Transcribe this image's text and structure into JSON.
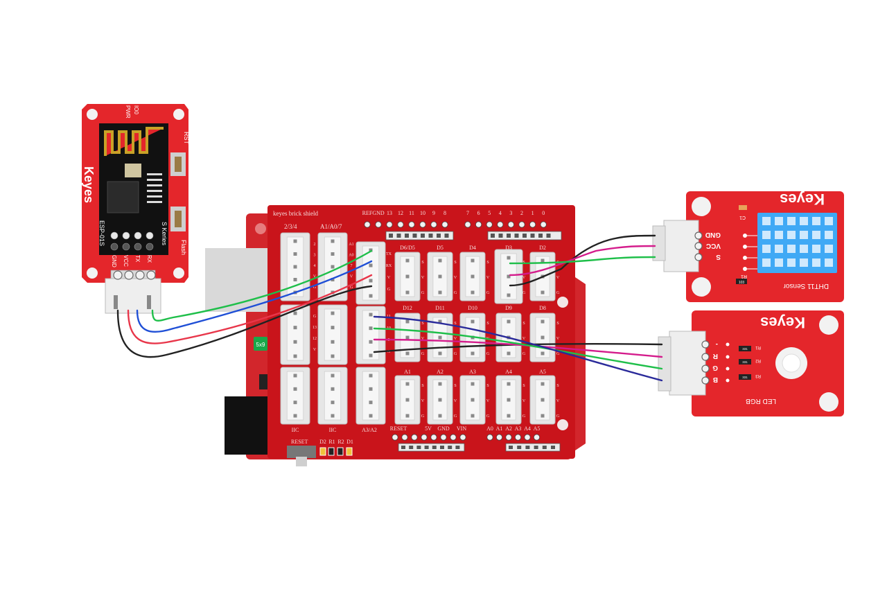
{
  "esp_module": {
    "brand": "Keyes",
    "model": "ESP-01S",
    "series": "S Keries",
    "top_pins": [
      "PWR",
      "IO0"
    ],
    "side_labels": [
      "RST",
      "Flash"
    ],
    "pin_labels": [
      "GND",
      "VCC",
      "TX",
      "RX"
    ]
  },
  "shield": {
    "title": "keyes brick shield",
    "header_top_left": [
      "REF",
      "GND",
      "13",
      "12",
      "11",
      "10",
      "9",
      "8"
    ],
    "header_top_right": [
      "7",
      "6",
      "5",
      "4",
      "3",
      "2",
      "1",
      "0"
    ],
    "left_group_labels": [
      "2/3/4",
      "A1/A0/7"
    ],
    "col_labels_row1": [
      "D6/D5",
      "D5",
      "D4",
      "D3",
      "D2"
    ],
    "col_labels_row2": [
      "D12",
      "D11",
      "D10",
      "D9",
      "D8"
    ],
    "col_labels_row3": [
      "A1",
      "A2",
      "A3",
      "A4",
      "A5"
    ],
    "iic_labels": [
      "IIC",
      "IIC",
      "A3/A2"
    ],
    "bottom_left": [
      "RESET",
      "5V",
      "GND",
      "VIN"
    ],
    "bottom_right": [
      "A0",
      "A1",
      "A2",
      "A3",
      "A4",
      "A5"
    ],
    "reset_label": "RESET",
    "led_labels": [
      "D2",
      "R1",
      "R2",
      "D1"
    ],
    "pin_side_marks": [
      "S",
      "V",
      "G"
    ],
    "connector_pins_a": [
      "TX",
      "RX",
      "V",
      "G"
    ],
    "connector_pins_b": [
      "11",
      "10",
      "9",
      "G"
    ],
    "left_col_pins_a": [
      "2",
      "3",
      "4",
      "V",
      "G"
    ],
    "left_col_pins_b": [
      "A1",
      "A0",
      "7",
      "V",
      "G"
    ],
    "mid_col_pins": [
      "G",
      "13",
      "12",
      "V"
    ],
    "chip_label": "5x9"
  },
  "dht_module": {
    "brand": "Keyes",
    "name": "DHT11 Sensor",
    "pins": [
      "GND",
      "VCC",
      "S"
    ],
    "parts": [
      "C1",
      "R1",
      "103"
    ]
  },
  "rgb_module": {
    "brand": "Keyes",
    "name": "LED RGB",
    "pins": [
      "-",
      "R",
      "G",
      "B"
    ],
    "resistors": [
      "R1",
      "R2",
      "R3"
    ],
    "resistor_codes": [
      "331",
      "331",
      "331"
    ]
  },
  "colors": {
    "board_red": "#e4262b",
    "shield_red": "#c9141b",
    "wire_green": "#1fbf4a",
    "wire_blue": "#1f4fd6",
    "wire_red": "#e8364a",
    "wire_black": "#222222",
    "wire_magenta": "#d41c8c",
    "wire_navy": "#2a2a9a"
  }
}
